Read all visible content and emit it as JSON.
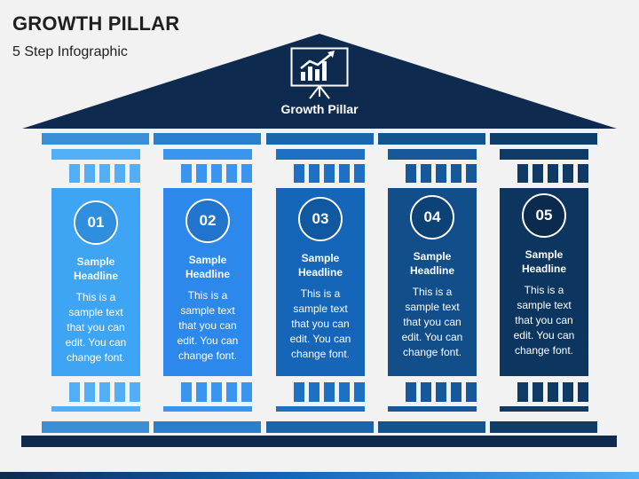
{
  "header": {
    "title": "GROWTH PILLAR",
    "subtitle": "5 Step Infographic"
  },
  "roof": {
    "label": "Growth Pillar",
    "icon": "growth-chart-board-icon",
    "color": "#0e2a4f"
  },
  "pillars": [
    {
      "number": "01",
      "headline": "Sample\nHeadline",
      "text": "This is a\nsample text\nthat you can\nedit. You can\nchange font.",
      "colors": {
        "bar": "#3a8fd6",
        "light": "#52aef5",
        "body": "#3da5f4",
        "circle": "#2f8fde"
      }
    },
    {
      "number": "02",
      "headline": "Sample\nHeadline",
      "text": "This is a\nsample text\nthat you can\nedit. You can\nchange font.",
      "colors": {
        "bar": "#2a7fcc",
        "light": "#3a95ee",
        "body": "#2c88ea",
        "circle": "#2275cf"
      }
    },
    {
      "number": "03",
      "headline": "Sample\nHeadline",
      "text": "This is a\nsample text\nthat you can\nedit. You can\nchange font.",
      "colors": {
        "bar": "#1a66ad",
        "light": "#1d70c2",
        "body": "#1565b8",
        "circle": "#10589f"
      }
    },
    {
      "number": "04",
      "headline": "Sample\nHeadline",
      "text": "This is a\nsample text\nthat you can\nedit. You can\nchange font.",
      "colors": {
        "bar": "#14548e",
        "light": "#17589a",
        "body": "#114e8a",
        "circle": "#0d4276"
      }
    },
    {
      "number": "05",
      "headline": "Sample\nHeadline",
      "text": "This is a\nsample text\nthat you can\nedit. You can\nchange font.",
      "colors": {
        "bar": "#0f3d6a",
        "light": "#0f3a66",
        "body": "#0c355f",
        "circle": "#0a2b4d"
      }
    }
  ]
}
